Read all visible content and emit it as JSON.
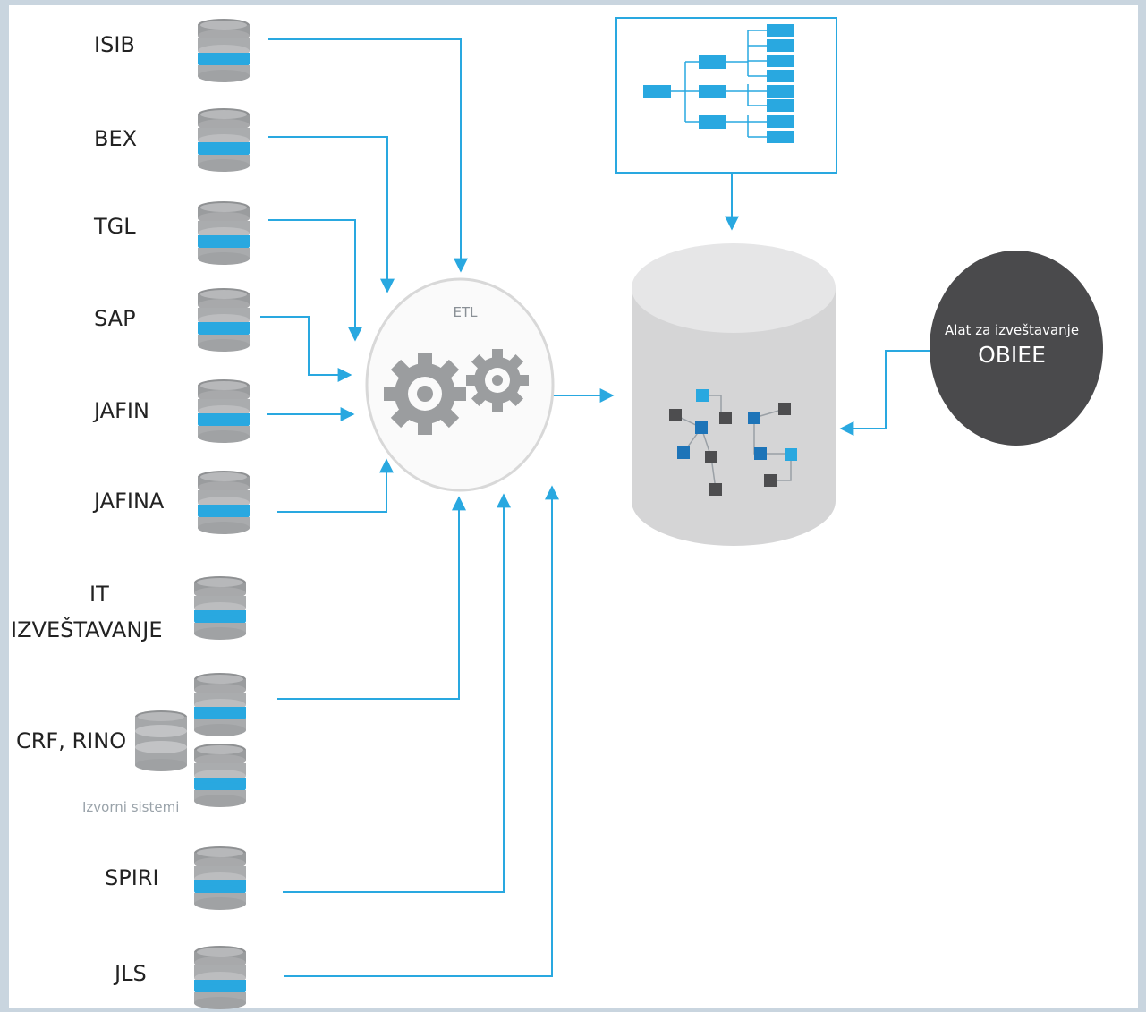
{
  "sources": [
    {
      "id": "isib",
      "label": "ISIB"
    },
    {
      "id": "bex",
      "label": "BEX"
    },
    {
      "id": "tgl",
      "label": "TGL"
    },
    {
      "id": "sap",
      "label": "SAP"
    },
    {
      "id": "jafin",
      "label": "JAFIN"
    },
    {
      "id": "jafina",
      "label": "JAFINA"
    },
    {
      "id": "it",
      "label": "IT"
    },
    {
      "id": "izvestavanje",
      "label": "IZVEŠTAVANJE"
    },
    {
      "id": "crf",
      "label": "CRF, RINO"
    },
    {
      "id": "spiri",
      "label": "SPIRI"
    },
    {
      "id": "jls",
      "label": "JLS"
    }
  ],
  "source_group_note": "Izvorni sistemi",
  "etl": {
    "label": "ETL",
    "icon": "gears-icon"
  },
  "warehouse": {
    "icon": "database-cylinder-icon"
  },
  "reporting_tool": {
    "line1": "Alat za izveštavanje",
    "line2": "OBIEE"
  },
  "colors": {
    "accent": "#29a8e0",
    "accent_dark": "#1d74b8",
    "node_dark": "#4d4d4f",
    "db_gray": "#d6d6d6",
    "reporting_circle": "#4a4a4c"
  }
}
